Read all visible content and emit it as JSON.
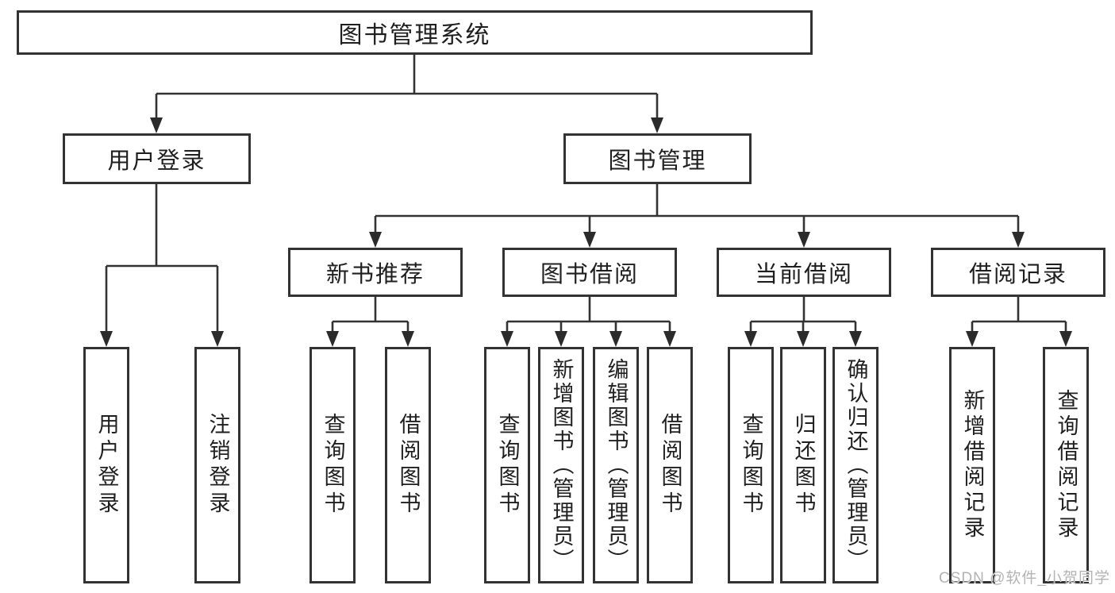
{
  "diagram": {
    "type": "tree",
    "background": "#ffffff",
    "colors": {
      "box_border": "#333333",
      "connector": "#333333",
      "text": "#1f1f1f",
      "watermark": "#b3b3b3"
    },
    "watermark": "CSDN @软件_小贺同学",
    "nodes": {
      "root": {
        "label": "图书管理系统"
      },
      "user_login": {
        "label": "用户登录"
      },
      "book_mgmt": {
        "label": "图书管理"
      },
      "new_book_rec": {
        "label": "新书推荐"
      },
      "book_borrow": {
        "label": "图书借阅"
      },
      "current_borrow": {
        "label": "当前借阅"
      },
      "borrow_records": {
        "label": "借阅记录"
      },
      "leaf_user_login": {
        "label": "用户登录"
      },
      "leaf_logout": {
        "label": "注销登录"
      },
      "leaf_nbr_query": {
        "label": "查询图书"
      },
      "leaf_nbr_borrow": {
        "label": "借阅图书"
      },
      "leaf_bb_query": {
        "label": "查询图书"
      },
      "leaf_bb_add": {
        "label": "新增图书（管理员）"
      },
      "leaf_bb_edit": {
        "label": "编辑图书（管理员）"
      },
      "leaf_bb_borrow": {
        "label": "借阅图书"
      },
      "leaf_cb_query": {
        "label": "查询图书"
      },
      "leaf_cb_return": {
        "label": "归还图书"
      },
      "leaf_cb_confirm": {
        "label": "确认归还（管理员）"
      },
      "leaf_br_add": {
        "label": "新增借阅记录"
      },
      "leaf_br_query": {
        "label": "查询借阅记录"
      }
    },
    "edges": [
      "root->user_login",
      "root->book_mgmt",
      "user_login->leaf_user_login",
      "user_login->leaf_logout",
      "book_mgmt->new_book_rec",
      "book_mgmt->book_borrow",
      "book_mgmt->current_borrow",
      "book_mgmt->borrow_records",
      "new_book_rec->leaf_nbr_query",
      "new_book_rec->leaf_nbr_borrow",
      "book_borrow->leaf_bb_query",
      "book_borrow->leaf_bb_add",
      "book_borrow->leaf_bb_edit",
      "book_borrow->leaf_bb_borrow",
      "current_borrow->leaf_cb_query",
      "current_borrow->leaf_cb_return",
      "current_borrow->leaf_cb_confirm",
      "borrow_records->leaf_br_add",
      "borrow_records->leaf_br_query"
    ]
  }
}
